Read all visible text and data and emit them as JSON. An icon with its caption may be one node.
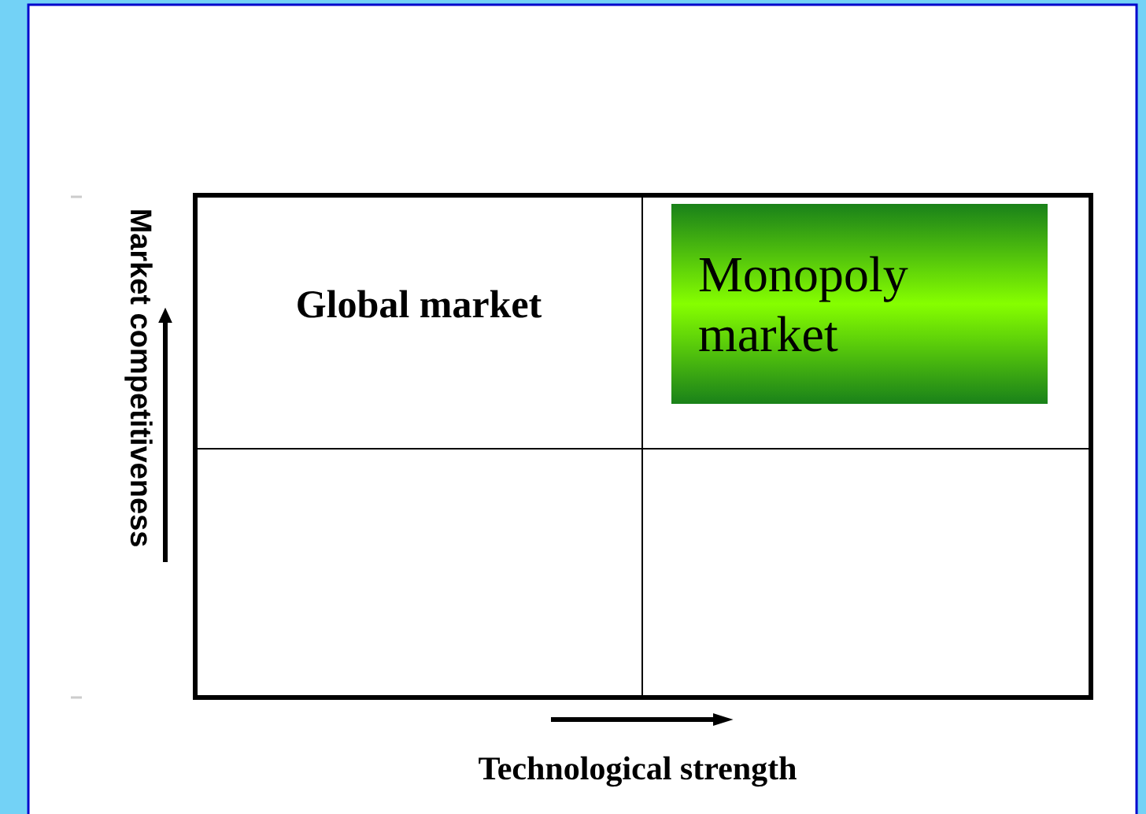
{
  "diagram": {
    "nodes": [
      {
        "text": [
          "Global market"
        ]
      },
      {
        "text": [
          "Monopoly market"
        ]
      }
    ],
    "labels": [
      "Market competitiveness",
      "Technological strength"
    ]
  }
}
